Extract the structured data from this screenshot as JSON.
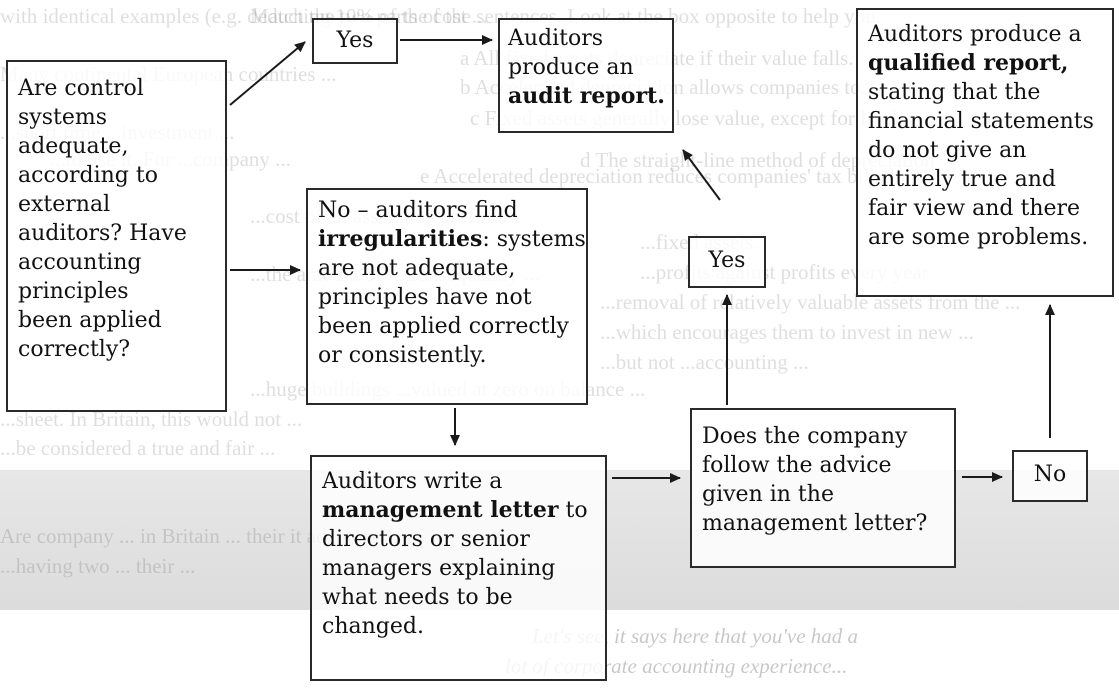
{
  "ghost": {
    "lines": [
      "Match the two parts of the sentences. Look at the box opposite to help you.",
      "a  All fixed assets depreciate if their value falls.",
      "b  Accelerated depreciation allows companies to...",
      "c  Fixed assets generally lose value, except for land.",
      "d  The straight-line method of depreciation",
      "e  Accelerated depreciation reduces companies' tax bills.",
      "   ...fixed assets.",
      "   ...profits against profits every year",
      "   ...removal of relatively valuable assets from the ...",
      "   ...which encourages them to invest in new ...",
      "   ...but not ...accounting ...",
      "with identical examples (e.g. deducting 10% of the cost ...",
      "Many continental European countries ...",
      "...short time ...investment ...",
      "...to use it. For ...company ...",
      "...cost of an asset ...its profit ...",
      "...the amount of ...Consequently ...",
      "...huge buildings ...valued at zero on balance ...",
      "...sheet. In Britain, this would not ...",
      "...be considered a true and fair ...",
      "Are company ... in Britain ... their it adaptors ...",
      "...having two ... their ..."
    ],
    "quote_1": "Let's see, it says here that you've had a",
    "quote_2": "lot of corporate accounting experience..."
  },
  "diagram": {
    "question_box": {
      "lines": [
        "Are control",
        "systems",
        "adequate,",
        "according to",
        "external",
        "auditors? Have",
        "accounting",
        "principles",
        "been applied",
        "correctly?"
      ]
    },
    "yes_top": "Yes",
    "audit_report_box": {
      "line1": "Auditors",
      "line2": "produce an",
      "line3_bold": "audit report."
    },
    "no_box": {
      "line1": "No – auditors find",
      "line2_bold": "irregularities",
      "line2_rest": ": systems",
      "line3": "are not adequate,",
      "line4": "principles have not",
      "line5": "been applied correctly",
      "line6": "or consistently."
    },
    "letter_box": {
      "line1": "Auditors write a",
      "line2_bold": "management letter",
      "line2_rest": " to",
      "line3": "directors or senior",
      "line4": "managers explaining",
      "line5": "what needs to be",
      "line6": "changed."
    },
    "follow_box": {
      "lines": [
        "Does the company",
        "follow the advice",
        "given in the",
        "management letter?"
      ]
    },
    "yes_mid": "Yes",
    "no_small": "No",
    "qualified_box": {
      "line1": "Auditors produce a",
      "line2_bold": "qualified report,",
      "line3": "stating that the",
      "line4": "financial statements",
      "line5": "do not give an",
      "line6": "entirely true and",
      "line7": "fair view and there",
      "line8": "are some problems."
    }
  }
}
